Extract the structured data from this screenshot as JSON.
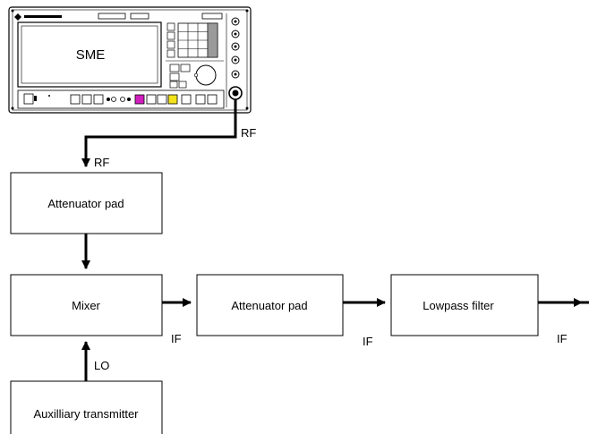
{
  "instrument": {
    "name": "SME"
  },
  "blocks": {
    "attenuator_top": "Attenuator pad",
    "mixer": "Mixer",
    "attenuator_right": "Attenuator pad",
    "lowpass": "Lowpass filter",
    "aux_tx": "Auxilliary transmitter"
  },
  "labels": {
    "rf_out": "RF",
    "rf_in": "RF",
    "lo": "LO",
    "if_mixer": "IF",
    "if_atten": "IF",
    "if_lowpass": "IF"
  }
}
